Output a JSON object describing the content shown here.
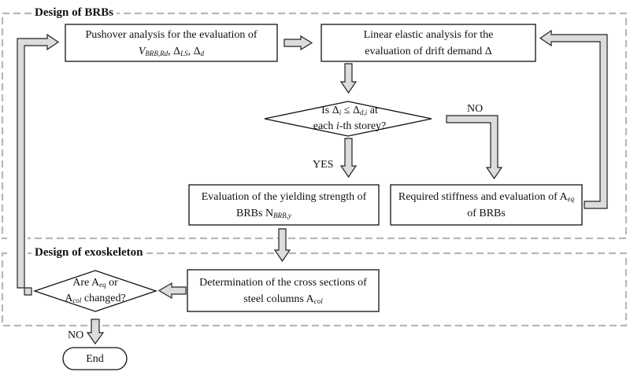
{
  "sections": {
    "brbs": "Design of BRBs",
    "exoskeleton": "Design of exoskeleton"
  },
  "nodes": {
    "pushover": {
      "line1": "Pushover analysis for the evaluation of",
      "vbrb": "V",
      "vbrb_sub": "BRB,Rd",
      "delta": "Δ",
      "ls_sub": "LS",
      "d_sub": "d"
    },
    "linear": {
      "line1": "Linear elastic analysis for the",
      "line2": "evaluation of drift demand Δ"
    },
    "check": {
      "is": "Is Δ",
      "i_sub": "i",
      "leq": " ≤ Δ",
      "di_sub": "d,i",
      "at": " at",
      "line2a": "each ",
      "line2b": "i",
      "line2c": "-th storey?"
    },
    "yielding": {
      "line1": "Evaluation of the yielding strength of",
      "line2a": "BRBs N",
      "line2_sub": "BRB,y"
    },
    "stiffness": {
      "line1a": "Required stiffness and evaluation of A",
      "line1_sub": "eq",
      "line2": "of BRBs"
    },
    "sections_det": {
      "line1": "Determination of the cross sections of",
      "line2a": "steel columns A",
      "line2_sub": "col"
    },
    "changed": {
      "line1a": "Are A",
      "line1_sub": "eq",
      "line1b": " or",
      "line2a": "A",
      "line2_sub": "col",
      "line2b": " changed?"
    },
    "end": "End"
  },
  "labels": {
    "no_right": "NO",
    "yes": "YES",
    "no_bottom": "NO"
  }
}
